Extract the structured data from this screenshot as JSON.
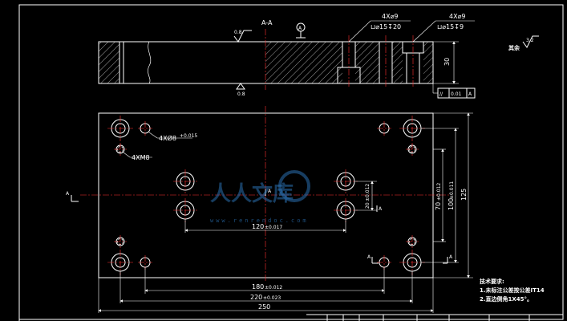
{
  "section": {
    "label": "A-A",
    "datum_label": "A",
    "hole_callout_1": {
      "count": "4X⌀9",
      "cbore": "⊔⌀15↧20"
    },
    "hole_callout_2": {
      "count": "4X⌀9",
      "cbore": "⊔⌀15↧9"
    },
    "surface_roughness_top": "0.8",
    "surface_roughness_bottom": "0.8",
    "thickness": "30",
    "parallelism_symbol": "//",
    "parallelism_value": "0.01",
    "parallelism_datum": "A"
  },
  "plan": {
    "callout_dowel": "4XØ8",
    "callout_dowel_fit": "+0.015",
    "callout_thread": "4XM8",
    "section_mark_left": "A",
    "section_mark_right": "A",
    "section_mark_mid": "A",
    "section_mark_small_1": "A",
    "section_mark_small_2": "A",
    "dim_120": "120",
    "dim_120_tol": "±0.017",
    "dim_20": "20",
    "dim_20_tol": "±0.012",
    "dim_70": "70",
    "dim_70_tol": "±0.012",
    "dim_100": "100",
    "dim_100_tol": "±0.011",
    "dim_125": "125",
    "dim_180": "180",
    "dim_180_tol": "±0.012",
    "dim_220": "220",
    "dim_220_tol": "±0.023",
    "dim_250": "250"
  },
  "roughness_other": {
    "label": "其余",
    "value": "3.2"
  },
  "notes": {
    "title": "技术要求:",
    "line1": "1.未标注公差按公差IT14",
    "line2": "2.直边倒角1X45°。"
  },
  "watermark": {
    "text": "人人文库",
    "url": "www.renrendoc.com"
  },
  "colors": {
    "background": "#000000",
    "lines": "#ffffff",
    "centerlines": "#ff3030",
    "watermark": "#2a6fb0"
  }
}
